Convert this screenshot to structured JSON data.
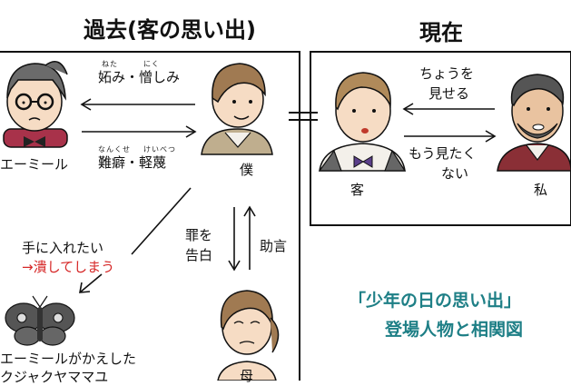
{
  "sections": {
    "past_title": "過去(客の思い出)",
    "present_title": "現在"
  },
  "past": {
    "ruby_envy": "ねた",
    "ruby_hate": "にく",
    "envy_hate": "妬み・憎しみ",
    "ruby_nankuse": "なんくせ",
    "ruby_keibetsu": "けいべつ",
    "criticism": "難癖・軽蔑",
    "emil": "エーミール",
    "boku": "僕",
    "want_line1": "手に入れたい",
    "want_line2": "→潰してしまう",
    "confess_line1": "罪を",
    "confess_line2": "告白",
    "advice": "助言",
    "moth_line1": "エーミールがかえした",
    "moth_line2": "クジャクヤママユ",
    "mother": "母"
  },
  "present": {
    "show_line1": "ちょうを",
    "show_line2": "見せる",
    "want_see_line1": "もう見たく",
    "want_see_line2": "ない",
    "guest": "客",
    "me": "私"
  },
  "caption": {
    "line1": "「少年の日の思い出」",
    "line2": "登場人物と相関図"
  },
  "colors": {
    "accent_red": "#d62828",
    "caption_teal": "#1e7f86"
  }
}
